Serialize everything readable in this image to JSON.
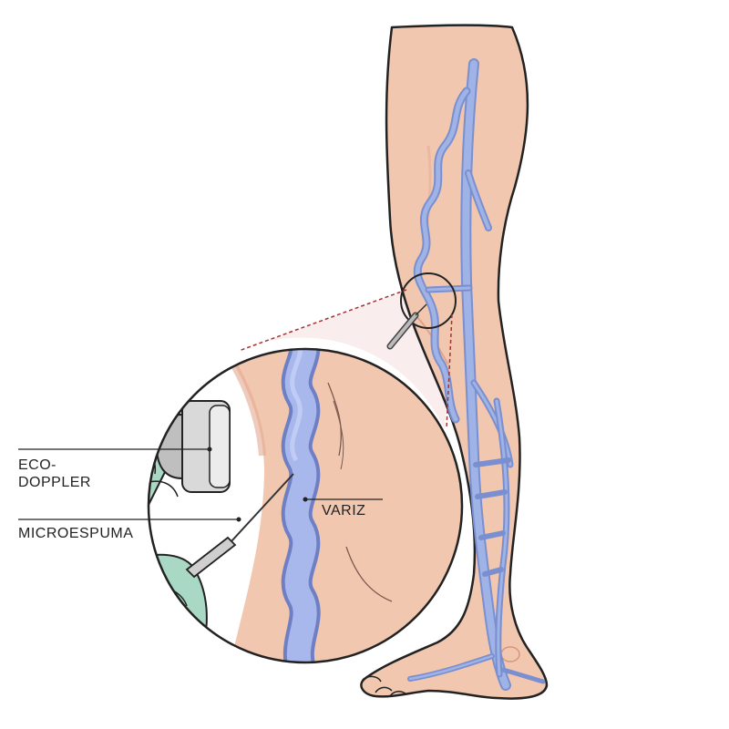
{
  "labels": {
    "eco_line1": "ECO-",
    "eco_line2": "DOPPLER",
    "microespuma": "MICROESPUMA",
    "variz": "VARIZ"
  },
  "colors": {
    "skin": "#f2c7b0",
    "skin_shadow": "#e3a98f",
    "vein": "#9fb3e6",
    "vein_stroke": "#7a8fcf",
    "glove": "#a9d8c4",
    "leader_dashed": "#a33333"
  }
}
